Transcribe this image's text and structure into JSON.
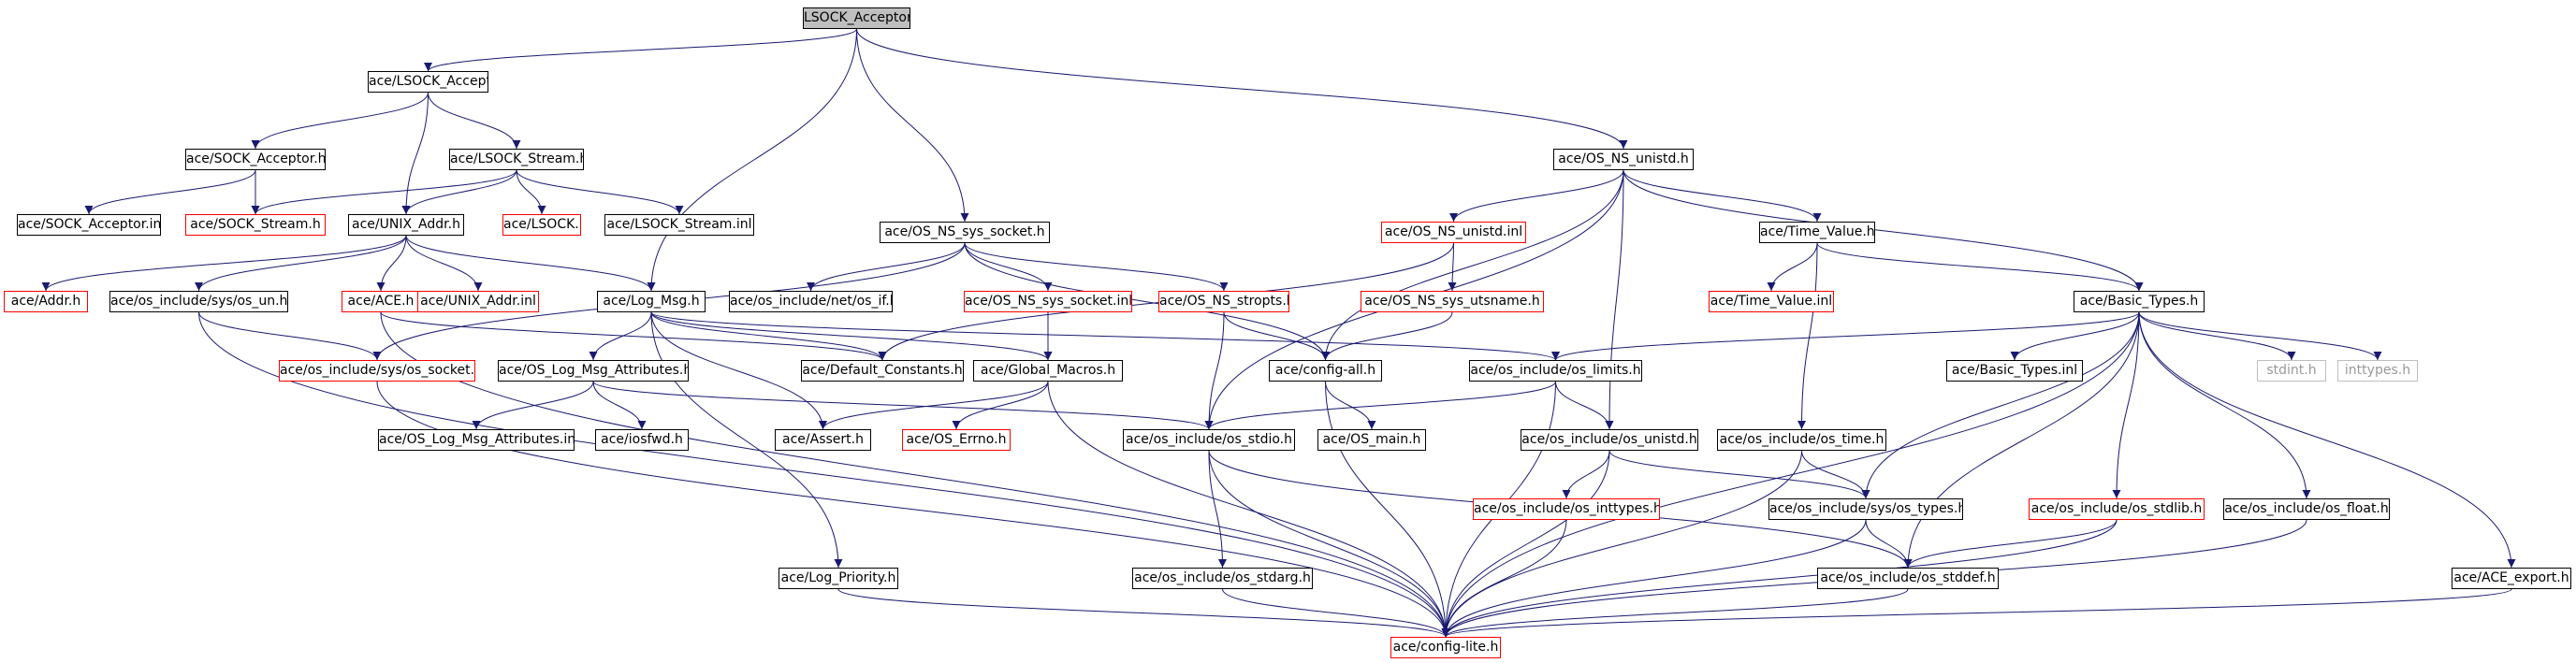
{
  "colors": {
    "edge": "#191970",
    "missing_border": "#ff0000",
    "external_border": "#bfbfbf",
    "root_fill": "#bfbfbf"
  },
  "nodes": {
    "root": "LSOCK_Acceptor.cpp",
    "lsock_acceptor_h": "ace/LSOCK_Acceptor.h",
    "sock_acceptor_h": "ace/SOCK_Acceptor.h",
    "lsock_stream_h": "ace/LSOCK_Stream.h",
    "sock_acceptor_inl": "ace/SOCK_Acceptor.inl",
    "sock_stream_h": "ace/SOCK_Stream.h",
    "unix_addr_h": "ace/UNIX_Addr.h",
    "lsock_h": "ace/LSOCK.h",
    "lsock_stream_inl": "ace/LSOCK_Stream.inl",
    "os_ns_sys_socket_h": "ace/OS_NS_sys_socket.h",
    "os_ns_unistd_h": "ace/OS_NS_unistd.h",
    "os_ns_unistd_inl": "ace/OS_NS_unistd.inl",
    "time_value_h": "ace/Time_Value.h",
    "addr_h": "ace/Addr.h",
    "os_un_h": "ace/os_include/sys/os_un.h",
    "ace_h": "ace/ACE.h",
    "unix_addr_inl": "ace/UNIX_Addr.inl",
    "log_msg_h": "ace/Log_Msg.h",
    "os_if_h": "ace/os_include/net/os_if.h",
    "os_ns_sys_socket_inl": "ace/OS_NS_sys_socket.inl",
    "os_ns_stropts_h": "ace/OS_NS_stropts.h",
    "os_ns_sys_utsname_h": "ace/OS_NS_sys_utsname.h",
    "time_value_inl": "ace/Time_Value.inl",
    "basic_types_h": "ace/Basic_Types.h",
    "os_socket_h": "ace/os_include/sys/os_socket.h",
    "default_constants_h": "ace/Default_Constants.h",
    "global_macros_h": "ace/Global_Macros.h",
    "config_all_h": "ace/config-all.h",
    "os_limits_h": "ace/os_include/os_limits.h",
    "basic_types_inl": "ace/Basic_Types.inl",
    "stdint_h": "stdint.h",
    "inttypes_h": "inttypes.h",
    "os_log_msg_attributes_h": "ace/OS_Log_Msg_Attributes.h",
    "os_log_msg_attributes_inl": "ace/OS_Log_Msg_Attributes.inl",
    "iosfwd_h": "ace/iosfwd.h",
    "assert_h": "ace/Assert.h",
    "os_errno_h": "ace/OS_Errno.h",
    "os_stdio_h": "ace/os_include/os_stdio.h",
    "os_main_h": "ace/OS_main.h",
    "os_unistd_h": "ace/os_include/os_unistd.h",
    "os_time_h": "ace/os_include/os_time.h",
    "os_inttypes_h": "ace/os_include/os_inttypes.h",
    "os_types_h": "ace/os_include/sys/os_types.h",
    "os_stdlib_h": "ace/os_include/os_stdlib.h",
    "os_float_h": "ace/os_include/os_float.h",
    "log_priority_h": "ace/Log_Priority.h",
    "os_stdarg_h": "ace/os_include/os_stdarg.h",
    "os_stddef_h": "ace/os_include/os_stddef.h",
    "ace_export_h": "ace/ACE_export.h",
    "config_lite_h": "ace/config-lite.h"
  },
  "edges": [
    [
      "root",
      "lsock_acceptor_h"
    ],
    [
      "root",
      "os_ns_sys_socket_h"
    ],
    [
      "root",
      "os_ns_unistd_h"
    ],
    [
      "root",
      "log_msg_h"
    ],
    [
      "lsock_acceptor_h",
      "sock_acceptor_h"
    ],
    [
      "lsock_acceptor_h",
      "lsock_stream_h"
    ],
    [
      "lsock_acceptor_h",
      "unix_addr_h"
    ],
    [
      "sock_acceptor_h",
      "sock_acceptor_inl"
    ],
    [
      "sock_acceptor_h",
      "sock_stream_h"
    ],
    [
      "lsock_stream_h",
      "sock_stream_h"
    ],
    [
      "lsock_stream_h",
      "unix_addr_h"
    ],
    [
      "lsock_stream_h",
      "lsock_h"
    ],
    [
      "lsock_stream_h",
      "lsock_stream_inl"
    ],
    [
      "unix_addr_h",
      "addr_h"
    ],
    [
      "unix_addr_h",
      "os_un_h"
    ],
    [
      "unix_addr_h",
      "ace_h"
    ],
    [
      "unix_addr_h",
      "unix_addr_inl"
    ],
    [
      "unix_addr_h",
      "log_msg_h"
    ],
    [
      "os_un_h",
      "os_socket_h"
    ],
    [
      "os_un_h",
      "config_lite_h"
    ],
    [
      "ace_h",
      "default_constants_h"
    ],
    [
      "ace_h",
      "config_lite_h"
    ],
    [
      "os_ns_sys_socket_h",
      "os_socket_h"
    ],
    [
      "os_ns_sys_socket_h",
      "os_if_h"
    ],
    [
      "os_ns_sys_socket_h",
      "os_ns_sys_socket_inl"
    ],
    [
      "os_ns_sys_socket_h",
      "os_ns_stropts_h"
    ],
    [
      "os_ns_sys_socket_h",
      "config_all_h"
    ],
    [
      "os_ns_sys_socket_inl",
      "global_macros_h"
    ],
    [
      "os_ns_stropts_h",
      "config_all_h"
    ],
    [
      "os_ns_stropts_h",
      "os_stdio_h"
    ],
    [
      "os_ns_unistd_h",
      "os_ns_unistd_inl"
    ],
    [
      "os_ns_unistd_h",
      "time_value_h"
    ],
    [
      "os_ns_unistd_h",
      "basic_types_h"
    ],
    [
      "os_ns_unistd_h",
      "config_all_h"
    ],
    [
      "os_ns_unistd_h",
      "os_unistd_h"
    ],
    [
      "os_ns_unistd_h",
      "os_stdio_h"
    ],
    [
      "os_ns_unistd_inl",
      "os_ns_sys_utsname_h"
    ],
    [
      "os_ns_unistd_inl",
      "default_constants_h"
    ],
    [
      "os_ns_sys_utsname_h",
      "config_all_h"
    ],
    [
      "time_value_h",
      "time_value_inl"
    ],
    [
      "time_value_h",
      "basic_types_h"
    ],
    [
      "time_value_h",
      "os_time_h"
    ],
    [
      "basic_types_h",
      "os_limits_h"
    ],
    [
      "basic_types_h",
      "basic_types_inl"
    ],
    [
      "basic_types_h",
      "stdint_h"
    ],
    [
      "basic_types_h",
      "inttypes_h"
    ],
    [
      "basic_types_h",
      "os_types_h"
    ],
    [
      "basic_types_h",
      "os_stdlib_h"
    ],
    [
      "basic_types_h",
      "os_float_h"
    ],
    [
      "basic_types_h",
      "os_stddef_h"
    ],
    [
      "basic_types_h",
      "ace_export_h"
    ],
    [
      "basic_types_h",
      "config_lite_h"
    ],
    [
      "log_msg_h",
      "default_constants_h"
    ],
    [
      "log_msg_h",
      "global_macros_h"
    ],
    [
      "log_msg_h",
      "os_log_msg_attributes_h"
    ],
    [
      "log_msg_h",
      "assert_h"
    ],
    [
      "log_msg_h",
      "log_priority_h"
    ],
    [
      "log_msg_h",
      "os_limits_h"
    ],
    [
      "os_log_msg_attributes_h",
      "os_log_msg_attributes_inl"
    ],
    [
      "os_log_msg_attributes_h",
      "iosfwd_h"
    ],
    [
      "os_log_msg_attributes_h",
      "os_stdio_h"
    ],
    [
      "global_macros_h",
      "assert_h"
    ],
    [
      "global_macros_h",
      "os_errno_h"
    ],
    [
      "global_macros_h",
      "config_lite_h"
    ],
    [
      "config_all_h",
      "os_main_h"
    ],
    [
      "config_all_h",
      "config_lite_h"
    ],
    [
      "os_limits_h",
      "os_stdio_h"
    ],
    [
      "os_limits_h",
      "os_unistd_h"
    ],
    [
      "os_limits_h",
      "config_lite_h"
    ],
    [
      "os_stdio_h",
      "os_stdarg_h"
    ],
    [
      "os_stdio_h",
      "os_stddef_h"
    ],
    [
      "os_stdio_h",
      "config_lite_h"
    ],
    [
      "os_unistd_h",
      "os_inttypes_h"
    ],
    [
      "os_unistd_h",
      "os_types_h"
    ],
    [
      "os_unistd_h",
      "config_lite_h"
    ],
    [
      "os_time_h",
      "os_types_h"
    ],
    [
      "os_time_h",
      "config_lite_h"
    ],
    [
      "os_inttypes_h",
      "config_lite_h"
    ],
    [
      "os_types_h",
      "os_stddef_h"
    ],
    [
      "os_types_h",
      "config_lite_h"
    ],
    [
      "os_stdlib_h",
      "os_stddef_h"
    ],
    [
      "os_stdlib_h",
      "config_lite_h"
    ],
    [
      "os_float_h",
      "config_lite_h"
    ],
    [
      "os_socket_h",
      "config_lite_h"
    ],
    [
      "log_priority_h",
      "config_lite_h"
    ],
    [
      "os_stdarg_h",
      "config_lite_h"
    ],
    [
      "os_stddef_h",
      "config_lite_h"
    ],
    [
      "ace_export_h",
      "config_lite_h"
    ]
  ]
}
